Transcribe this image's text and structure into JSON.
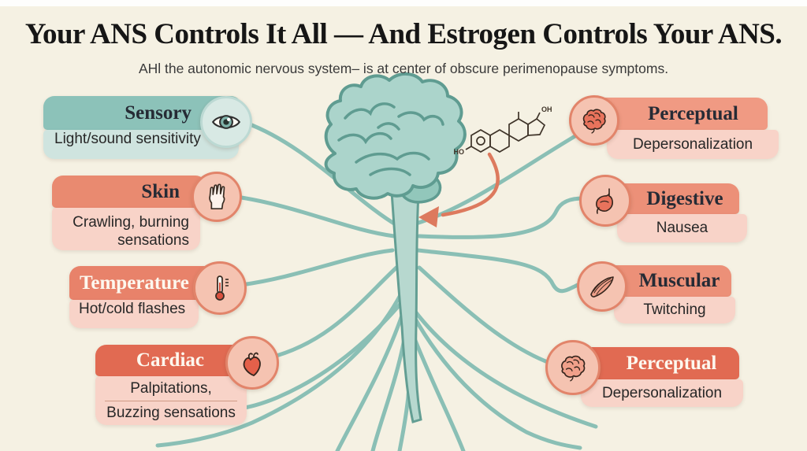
{
  "header": {
    "title": "Your ANS Controls It All — And Estrogen Controls Your ANS.",
    "subtitle": "AHl the autonomic nervous system– is at center of obscure perimenopause symptoms."
  },
  "cards": {
    "sensory": {
      "title": "Sensory",
      "subtitle": "Light/sound sensitivity",
      "icon": "eye-icon"
    },
    "skin": {
      "title": "Skin",
      "subtitle": "Crawling, burning sensations",
      "icon": "hand-icon"
    },
    "temperature": {
      "title": "Temperature",
      "subtitle": "Hot/cold flashes",
      "icon": "thermometer-icon"
    },
    "cardiac": {
      "title": "Cardiac",
      "subtitle_line1": "Palpitations,",
      "subtitle_line2": "Buzzing sensations",
      "icon": "heart-icon"
    },
    "perceptual_top": {
      "title": "Perceptual",
      "subtitle": "Depersonalization",
      "icon": "brain-icon"
    },
    "digestive": {
      "title": "Digestive",
      "subtitle": "Nausea",
      "icon": "stomach-icon"
    },
    "muscular": {
      "title": "Muscular",
      "subtitle": "Twitching",
      "icon": "muscle-icon"
    },
    "perceptual_bottom": {
      "title": "Perceptual",
      "subtitle": "Depersonalization",
      "icon": "brain-icon"
    }
  },
  "molecule": {
    "label_left": "HO",
    "label_right": "OH"
  },
  "colors": {
    "background": "#f5f1e3",
    "teal_header": "#8cc2b9",
    "teal_sub": "#cfe4df",
    "salmon_header": "#ec9078",
    "salmon_strong": "#e16a52",
    "pink_sub": "#f8d3c8",
    "nerve_teal": "#8abfb5",
    "brain_fill": "#abd4cb",
    "arrow_salmon": "#dd7a5e"
  }
}
